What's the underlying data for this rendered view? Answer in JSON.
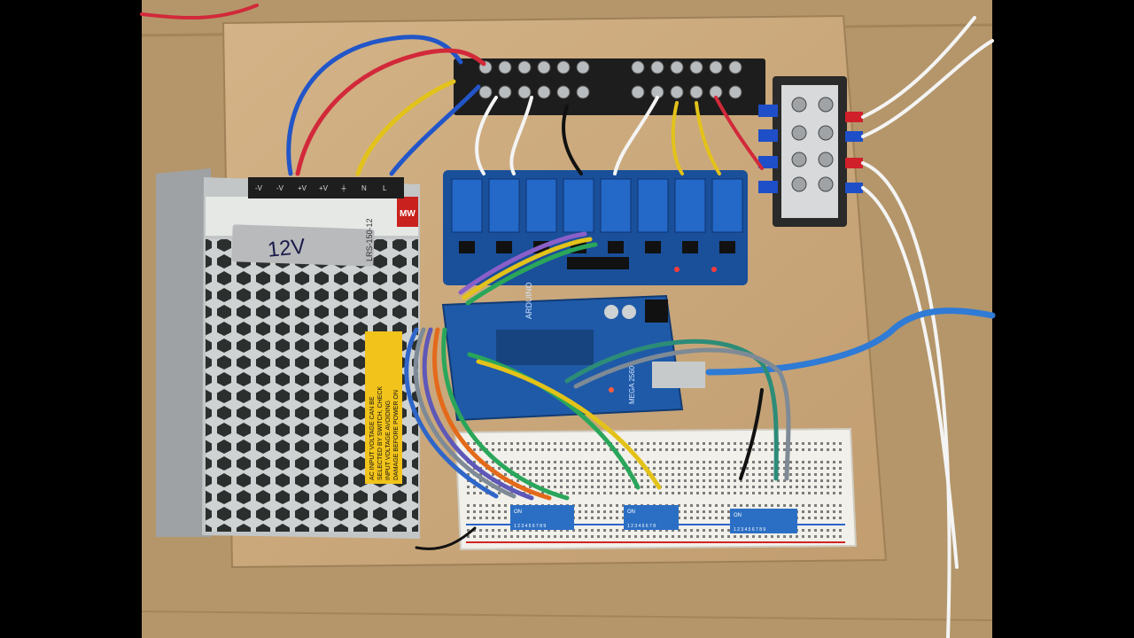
{
  "scene": {
    "psu_tape_label": "12V",
    "psu_brand": "MW",
    "psu_model": "LRS-150-12",
    "psu_terminals": [
      "-V",
      "-V",
      "+V",
      "+V",
      "⏚",
      "N",
      "L"
    ],
    "psu_warning": [
      "AC INPUT VOLTAGE CAN BE",
      "SELECTED BY SWITCH, CHECK",
      "INPUT VOLTAGE AVOIDING",
      "DAMAGE BEFORE POWER ON"
    ],
    "arduino_brand": "ARDUINO",
    "arduino_model": "MEGA 2560",
    "dip_on_label": "ON",
    "dip_switches": [
      {
        "positions": "1 2 3 4 5 6 7 8 9"
      },
      {
        "positions": "1 2 3 4 5 6 7 8"
      },
      {
        "positions": "1 2 3 4 5 6 7 8 9"
      }
    ]
  },
  "colors": {
    "letterbox": "#000000",
    "workbench": "#b99a6e",
    "plywood": "#caa87c",
    "relay_board": "#1a4f9a",
    "relay_module": "#2468c8",
    "arduino": "#1f5aa8",
    "breadboard": "#f2f0ea",
    "dip_switch": "#2b6fc4"
  }
}
